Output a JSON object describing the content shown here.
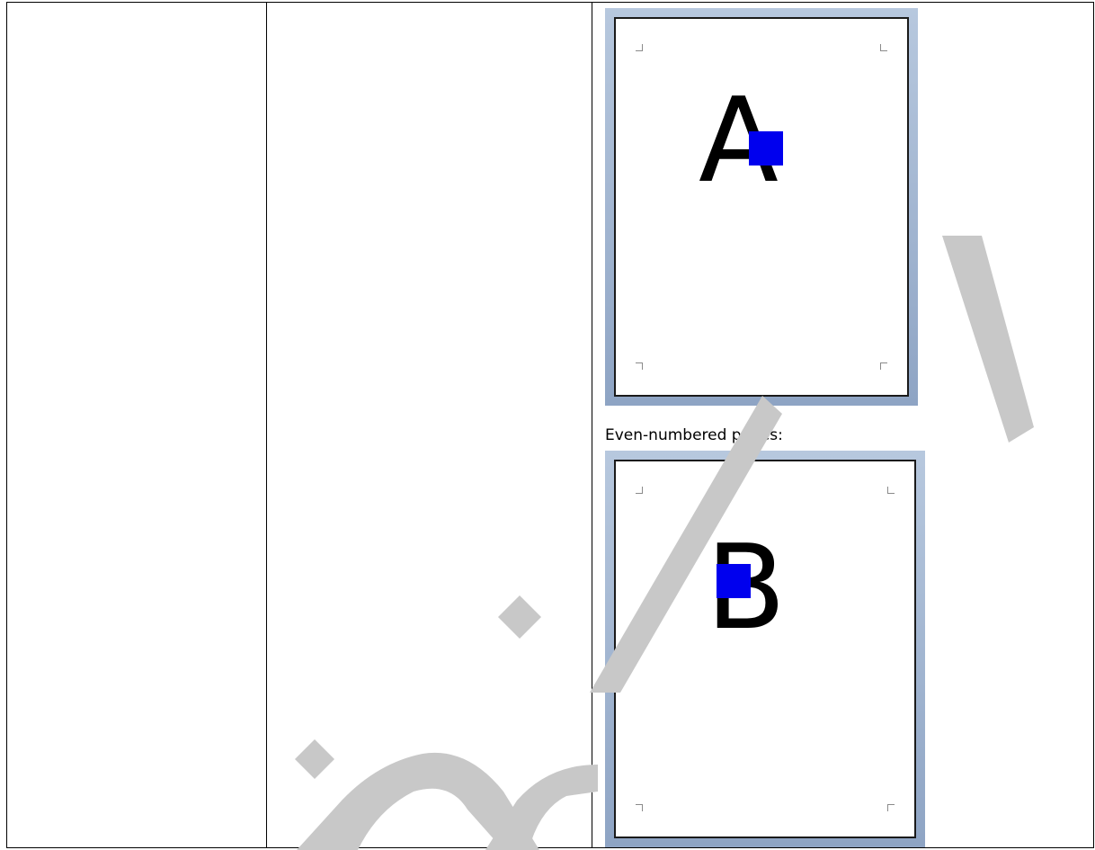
{
  "pages": {
    "odd": {
      "letter": "A"
    },
    "even": {
      "caption": "Even-numbered pages:",
      "letter": "B"
    }
  },
  "colors": {
    "highlight": "#0000EE",
    "watermark": "#C8C8C8",
    "frame_gradient": "#9FB3CF"
  }
}
